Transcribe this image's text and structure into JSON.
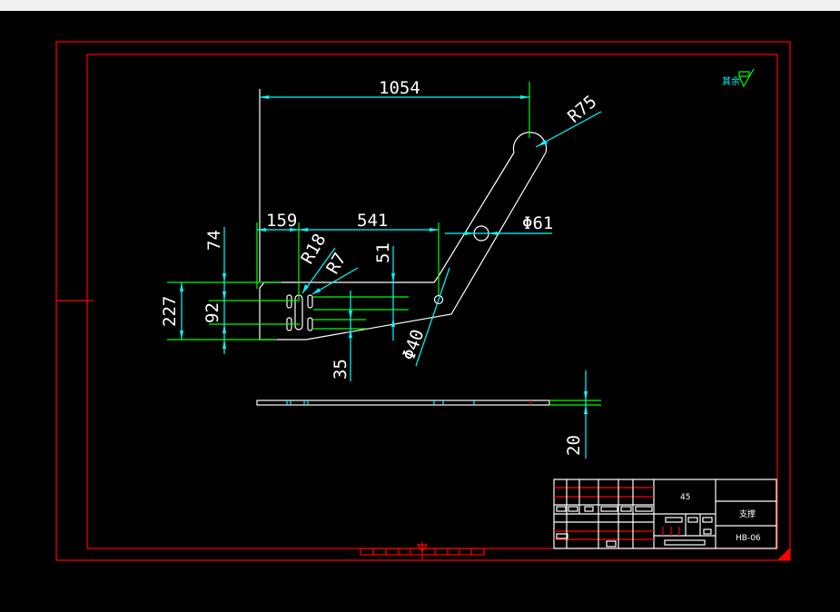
{
  "dimensions": {
    "overall_length": "1054",
    "r75": "R75",
    "d159": "159",
    "d541": "541",
    "phi61": "Φ61",
    "d74": "74",
    "r18": "R18",
    "r7": "R7",
    "d51": "51",
    "d227": "227",
    "d92": "92",
    "phi40": "Φ40",
    "d35": "35",
    "d20": "20"
  },
  "surface_note": {
    "label": "其余"
  },
  "title_block": {
    "material": "45",
    "part_name": "支撑",
    "drawing_number": "HB-06"
  },
  "colors": {
    "frame": "#ff0000",
    "geometry": "#ffffff",
    "dimension": "#00ffff",
    "extension": "#00ff00"
  }
}
